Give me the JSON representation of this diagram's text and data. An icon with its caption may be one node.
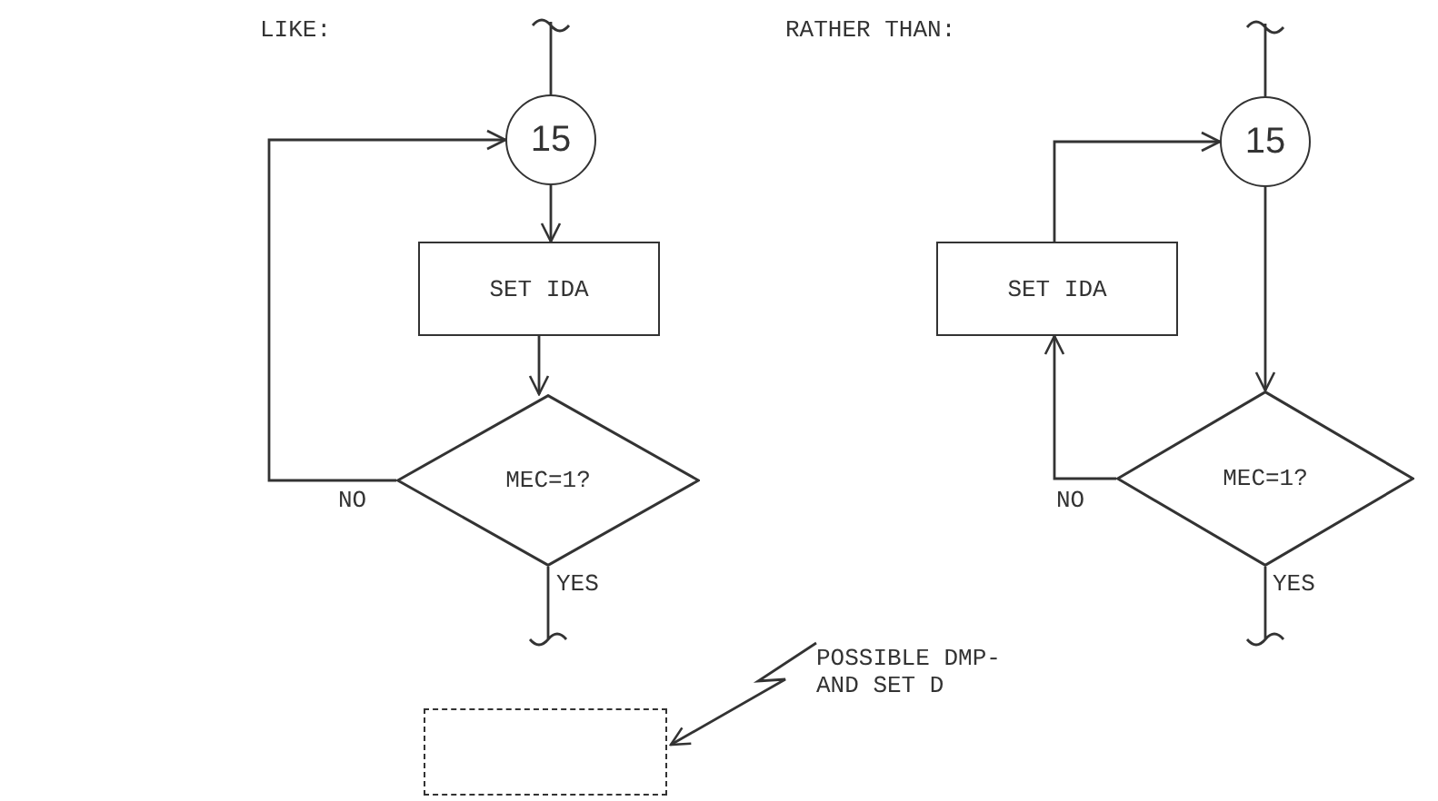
{
  "diagram": {
    "nodes": [
      {
        "text": [
          "15"
        ]
      },
      {
        "text": [
          "SET IDA"
        ]
      },
      {
        "text": [
          "MEC=1?"
        ]
      },
      {
        "text": [
          "15"
        ]
      },
      {
        "text": [
          "SET IDA"
        ]
      },
      {
        "text": [
          "MEC=1?"
        ]
      },
      {
        "text": [],
        "shape": "box"
      },
      {
        "text": [
          "POSSIBLE DMP- AND SET D"
        ]
      }
    ],
    "edges": [
      {
        "from": null,
        "to": 0,
        "arrow": "none"
      },
      {
        "from": 0,
        "to": 1,
        "arrow": "to"
      },
      {
        "from": 1,
        "to": 2,
        "arrow": "to"
      },
      {
        "from": 2,
        "to": 0,
        "arrow": "to"
      },
      {
        "from": 2,
        "to": null,
        "arrow": "none"
      },
      {
        "from": null,
        "to": 3,
        "arrow": "none"
      },
      {
        "from": 3,
        "to": 5,
        "arrow": "to"
      },
      {
        "from": 5,
        "to": 4,
        "arrow": "to"
      },
      {
        "from": 4,
        "to": 3,
        "arrow": "to"
      },
      {
        "from": 5,
        "to": null,
        "arrow": "none"
      },
      {
        "from": 7,
        "to": 6,
        "arrow": "to"
      }
    ],
    "labels": [
      "LIKE:",
      "RATHER THAN:",
      "NO",
      "YES",
      "NO",
      "YES"
    ]
  }
}
